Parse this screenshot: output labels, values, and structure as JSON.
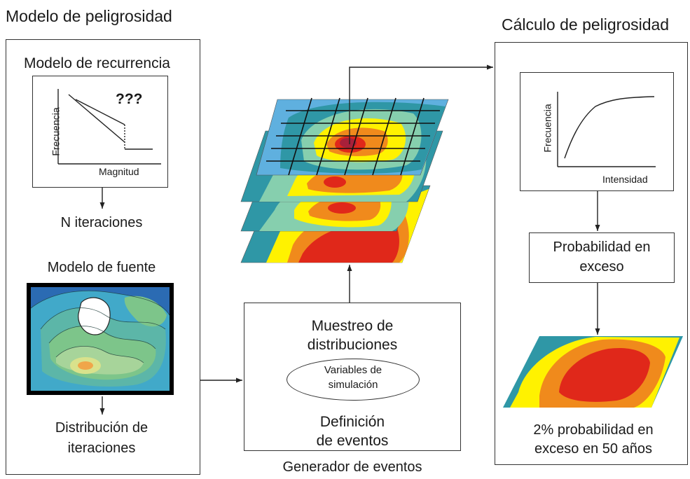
{
  "left_panel": {
    "title": "Modelo de peligrosidad",
    "recurrence_title": "Modelo de recurrencia",
    "recurrence_unknown": "???",
    "recurrence_ylabel": "Frecuencia",
    "recurrence_xlabel": "Magnitud",
    "n_iterations": "N iteraciones",
    "source_title": "Modelo de fuente",
    "distribution_line1": "Distribución de",
    "distribution_line2": "iteraciones"
  },
  "center_panel": {
    "sampling_line1": "Muestreo de",
    "sampling_line2": "distribuciones",
    "variables_line1": "Variables de",
    "variables_line2": "simulación",
    "definition_line1": "Definición",
    "definition_line2": "de eventos",
    "caption": "Generador de eventos"
  },
  "right_panel": {
    "title": "Cálculo de peligrosidad",
    "hazard_ylabel": "Frecuencia",
    "hazard_xlabel": "Intensidad",
    "exceed_line1": "Probabilidad en",
    "exceed_line2": "exceso",
    "result_line1": "2% probabilidad en",
    "result_line2": "exceso en 50 años"
  },
  "colors": {
    "light_blue": "#5fb0df",
    "teal": "#2f97a6",
    "light_green": "#86cfae",
    "yellow": "#fff200",
    "orange": "#f08a1c",
    "red": "#e0281a",
    "dark_red": "#a8203a",
    "map_blue": "#2b6bb3",
    "map_green": "#7dc58a"
  }
}
